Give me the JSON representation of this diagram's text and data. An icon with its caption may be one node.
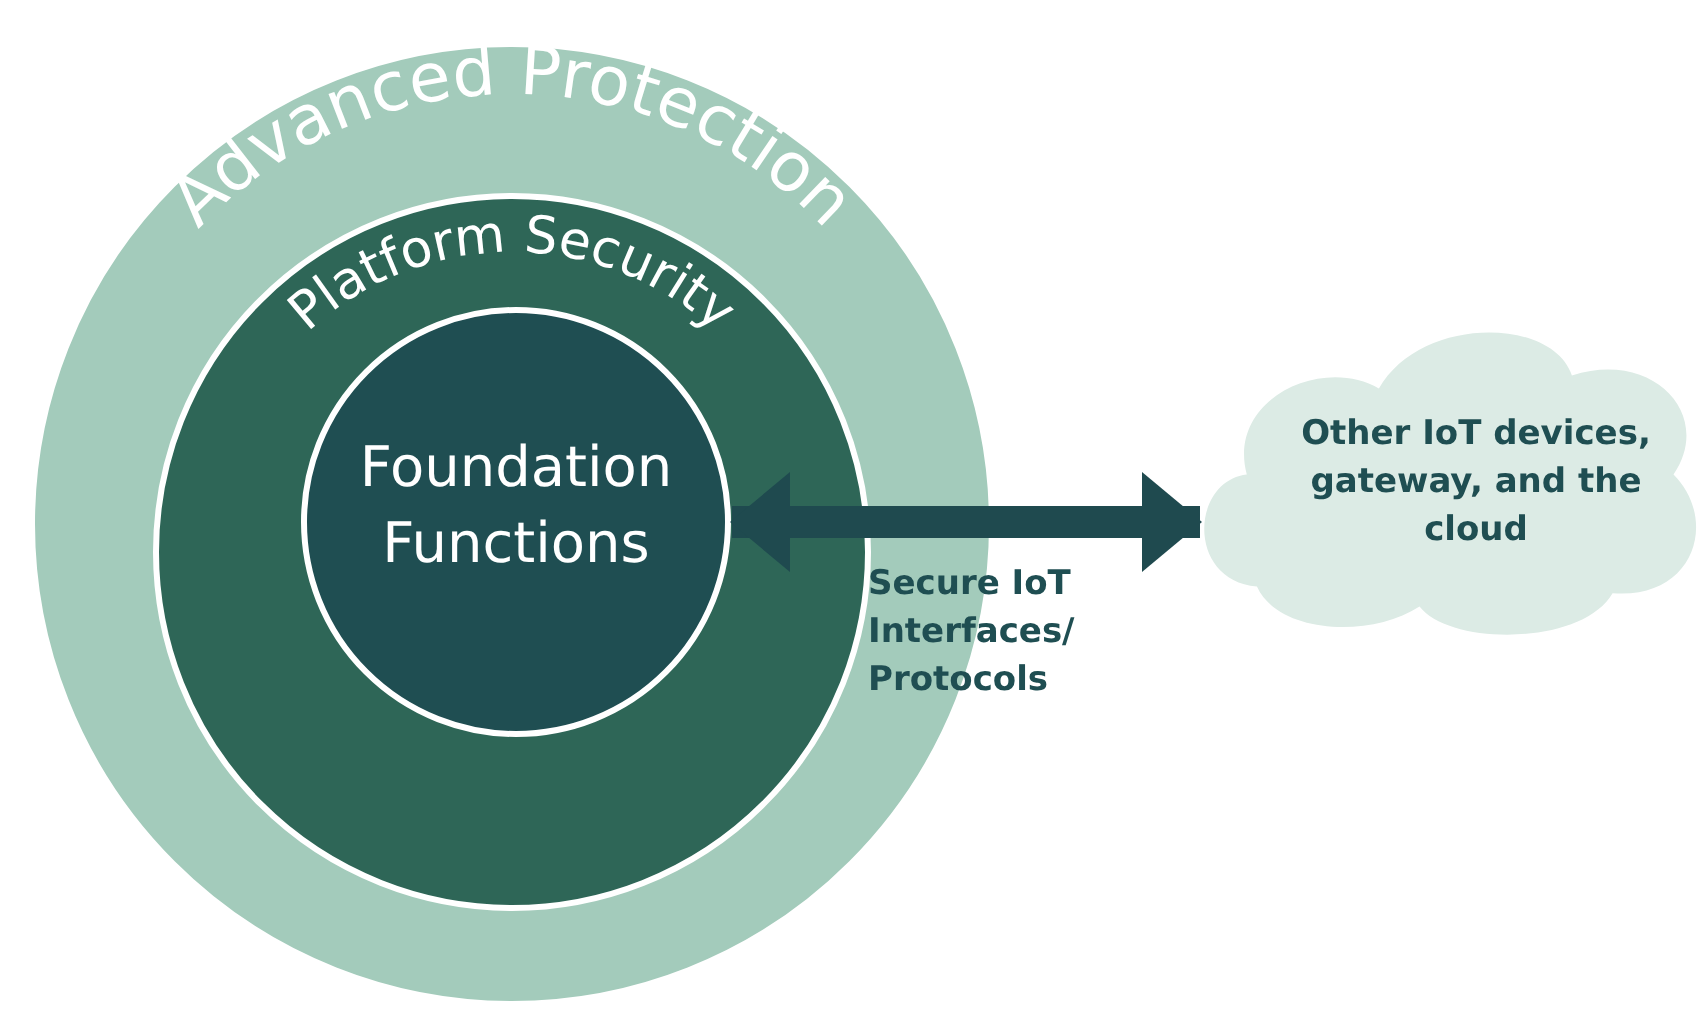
{
  "diagram": {
    "nodes": [
      {
        "text": [
          "Advanced Protection"
        ]
      },
      {
        "text": [
          "Platform Security"
        ],
        "in": 0
      },
      {
        "text": [
          "Foundation Functions"
        ],
        "in": 1
      },
      {
        "text": [
          "Other IoT devices, gateway, and the cloud"
        ]
      }
    ],
    "edges": [
      {
        "from": 2,
        "to": 3,
        "arrow": "both",
        "label": "Secure IoT Interfaces/ Protocols"
      }
    ]
  }
}
